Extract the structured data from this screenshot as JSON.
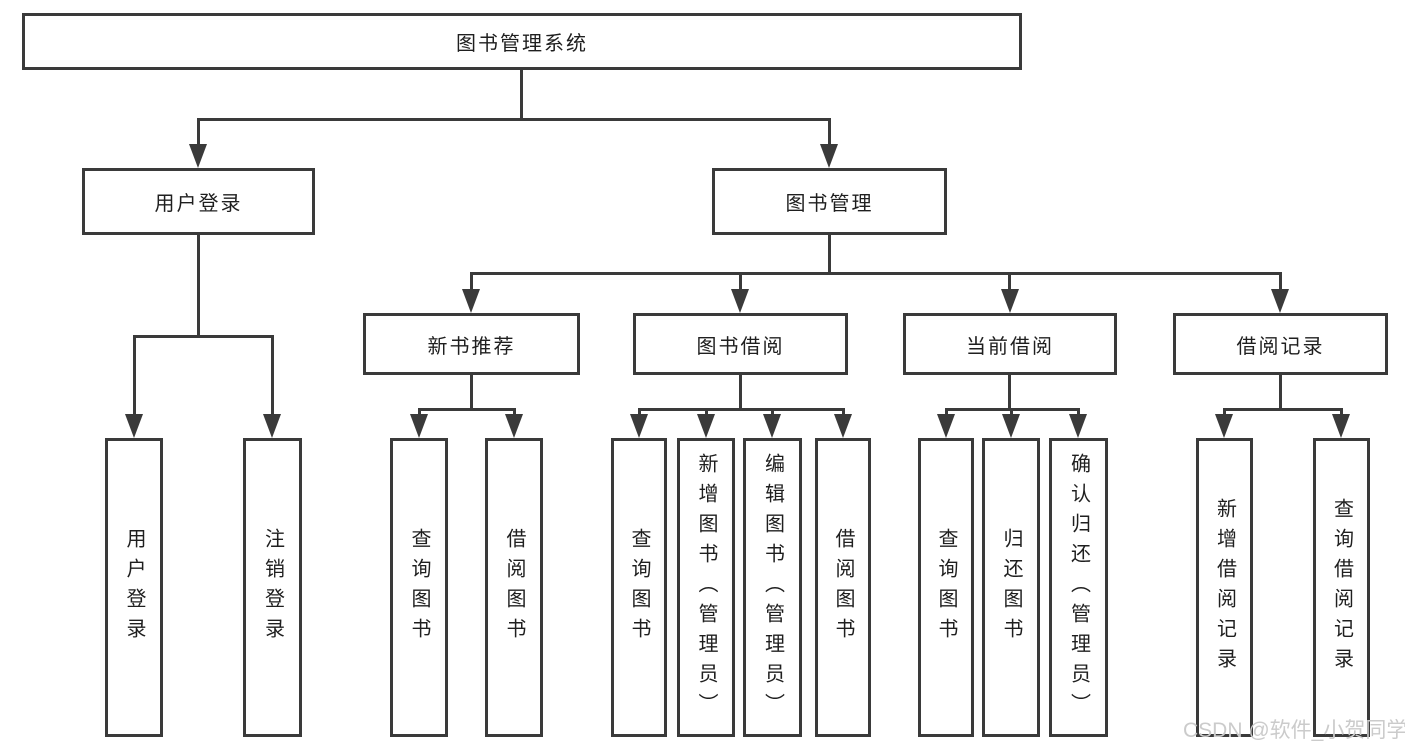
{
  "diagram": {
    "title": "图书管理系统",
    "level2": [
      {
        "label": "用户登录"
      },
      {
        "label": "图书管理"
      }
    ],
    "level3": [
      {
        "label": "新书推荐"
      },
      {
        "label": "图书借阅"
      },
      {
        "label": "当前借阅"
      },
      {
        "label": "借阅记录"
      }
    ],
    "leaves": {
      "user": [
        "用户登录",
        "注销登录"
      ],
      "recommend": [
        "查询图书",
        "借阅图书"
      ],
      "borrow": [
        "查询图书",
        "新增图书（管理员）",
        "编辑图书（管理员）",
        "借阅图书"
      ],
      "current": [
        "查询图书",
        "归还图书",
        "确认归还（管理员）"
      ],
      "record": [
        "新增借阅记录",
        "查询借阅记录"
      ]
    },
    "watermark": "CSDN @软件_小贺同学",
    "colors": {
      "line": "#3a3a3a",
      "text": "#1f1f1f",
      "watermark": "#cbcbcb",
      "background": "#ffffff"
    }
  }
}
